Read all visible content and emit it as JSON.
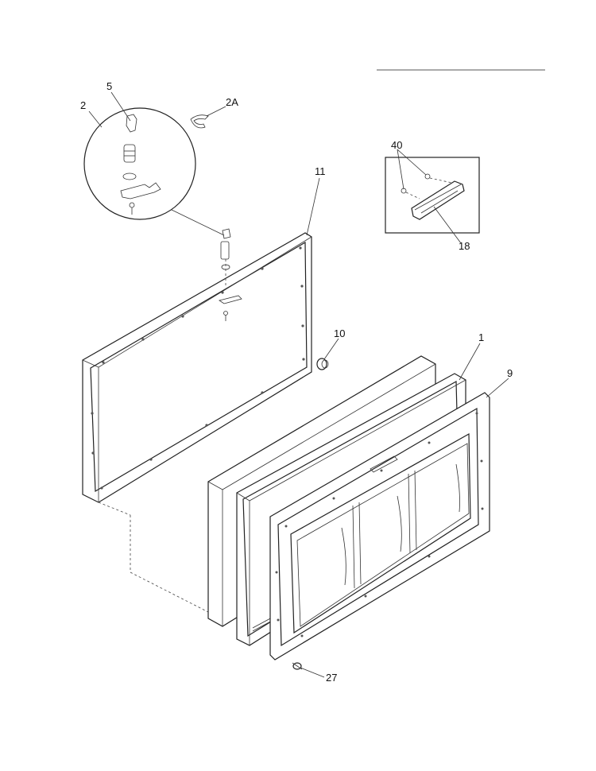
{
  "callouts": {
    "c1": "1",
    "c2": "2",
    "c2a": "2A",
    "c5": "5",
    "c9": "9",
    "c10": "10",
    "c11": "11",
    "c18": "18",
    "c27": "27",
    "c40": "40"
  }
}
